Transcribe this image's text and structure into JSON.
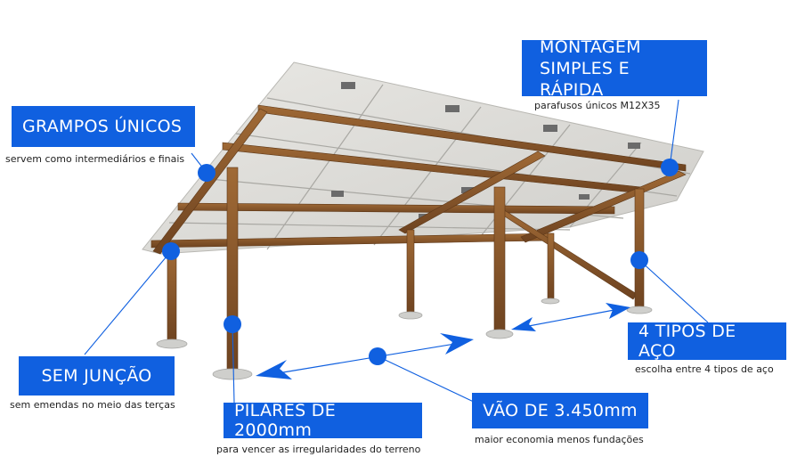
{
  "callouts": {
    "grampos": {
      "title": "GRAMPOS ÚNICOS",
      "subtitle": "servem como intermediários e finais"
    },
    "montagem": {
      "title_line1": "MONTAGEM",
      "title_line2": "SIMPLES E RÁPIDA",
      "subtitle": "parafusos únicos M12X35"
    },
    "sem_juncao": {
      "title": "SEM JUNÇÃO",
      "subtitle": "sem emendas no meio das terças"
    },
    "pilares": {
      "title": "PILARES DE 2000mm",
      "subtitle": "para vencer as irregularidades do terreno"
    },
    "vao": {
      "title": "VÃO DE 3.450mm",
      "subtitle": "maior economia menos fundações"
    },
    "tipos_aco": {
      "title": "4 TIPOS DE AÇO",
      "subtitle": "escolha entre 4 tipos de aço"
    }
  },
  "colors": {
    "accent": "#1060e0",
    "steel": "#8b5a2b",
    "panel": "#d9d9d6"
  }
}
